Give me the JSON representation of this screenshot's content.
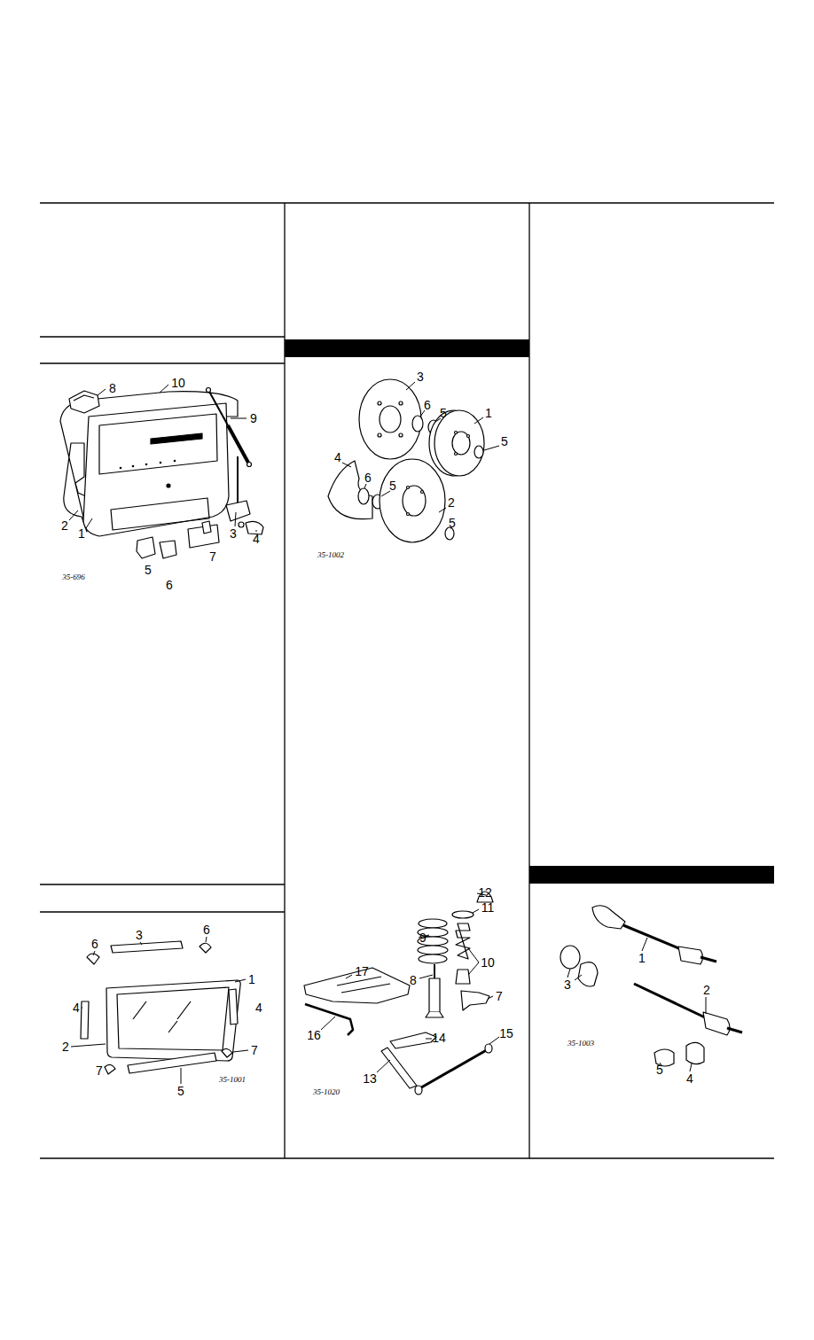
{
  "diagram": {
    "labels": [
      "8",
      "10",
      "9",
      "2",
      "1",
      "3",
      "4",
      "5",
      "6",
      "7",
      "35-696",
      "3",
      "6",
      "5",
      "1",
      "5",
      "4",
      "6",
      "5",
      "2",
      "5",
      "35-1002",
      "3",
      "6",
      "6",
      "1",
      "4",
      "4",
      "2",
      "7",
      "7",
      "5",
      "35-1001",
      "12",
      "11",
      "9",
      "17",
      "10",
      "8",
      "7",
      "16",
      "15",
      "14",
      "13",
      "35-1020",
      "1",
      "3",
      "2",
      "35-1003",
      "5",
      "4"
    ]
  }
}
